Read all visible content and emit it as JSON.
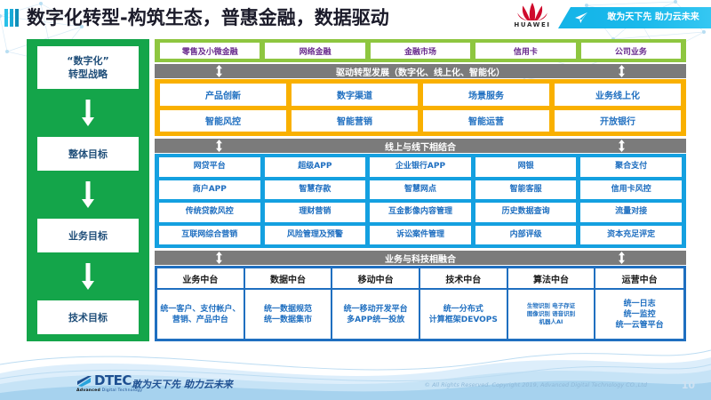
{
  "header": {
    "title": "数字化转型-构筑生态，普惠金融，数据驱动",
    "brand": "HUAWEI",
    "ribbon_text": "敢为天下先 助力云未来"
  },
  "sidebar": {
    "items": [
      {
        "label": "“数字化”\n转型战略"
      },
      {
        "label": "整体目标"
      },
      {
        "label": "业务目标"
      },
      {
        "label": "技术目标"
      }
    ]
  },
  "business_band": {
    "cells": [
      "零售及小微金融",
      "网络金融",
      "金融市场",
      "信用卡",
      "公司业务"
    ]
  },
  "drive_band": {
    "header": "驱动转型发展（数字化、线上化、智能化）",
    "cells": [
      "产品创新",
      "数字渠道",
      "场景服务",
      "业务线上化",
      "智能风控",
      "智能营销",
      "智能运营",
      "开放银行"
    ]
  },
  "online_offline_band": {
    "header": "线上与线下相结合",
    "cells": [
      "网贷平台",
      "超级APP",
      "企业银行APP",
      "网银",
      "聚合支付",
      "商户APP",
      "智慧存款",
      "智慧网点",
      "智能客服",
      "信用卡风控",
      "传统贷款风控",
      "理财营销",
      "互金影像内容管理",
      "历史数据查询",
      "流量对接",
      "互联网综合营销",
      "风险管理及预警",
      "诉讼案件管理",
      "内部评级",
      "资本充足评定"
    ]
  },
  "tech_band": {
    "header": "业务与科技相融合",
    "columns": [
      {
        "title": "业务中台",
        "body": "统一客户、支付帐户、营销、产品中台",
        "small": false
      },
      {
        "title": "数据中台",
        "body": "统一数据规范\n统一数据集市",
        "small": false
      },
      {
        "title": "移动中台",
        "body": "统一移动开发平台\n多APP统一投放",
        "small": false
      },
      {
        "title": "技术中台",
        "body": "统一分布式\n计算框架DEVOPS",
        "small": false
      },
      {
        "title": "算法中台",
        "body": "生物识别 电子存证\n图像识别 语音识别\n机器人AI",
        "small": true
      },
      {
        "title": "运营中台",
        "body": "统一日志\n统一监控\n统一云管平台",
        "small": false
      }
    ]
  },
  "footer": {
    "logo_name": "DTEC",
    "logo_sub_bold": "Advanced",
    "logo_sub_rest": " Digital Technology",
    "slogan": "敢为天下先  助力云未来",
    "copyright": "© All Rights Reserved. Copyright 2019, Advanced Digital Technology CO.,Ltd",
    "page_number": "10"
  },
  "colors": {
    "green": "#14a54a",
    "light_green": "#8ec640",
    "orange": "#f9b000",
    "blue": "#14a0e0",
    "navy": "#1f6fc0",
    "gray_bar": "#7b7b7b",
    "huawei_red": "#cf0a2c",
    "ribbon": "#14b4e8"
  }
}
